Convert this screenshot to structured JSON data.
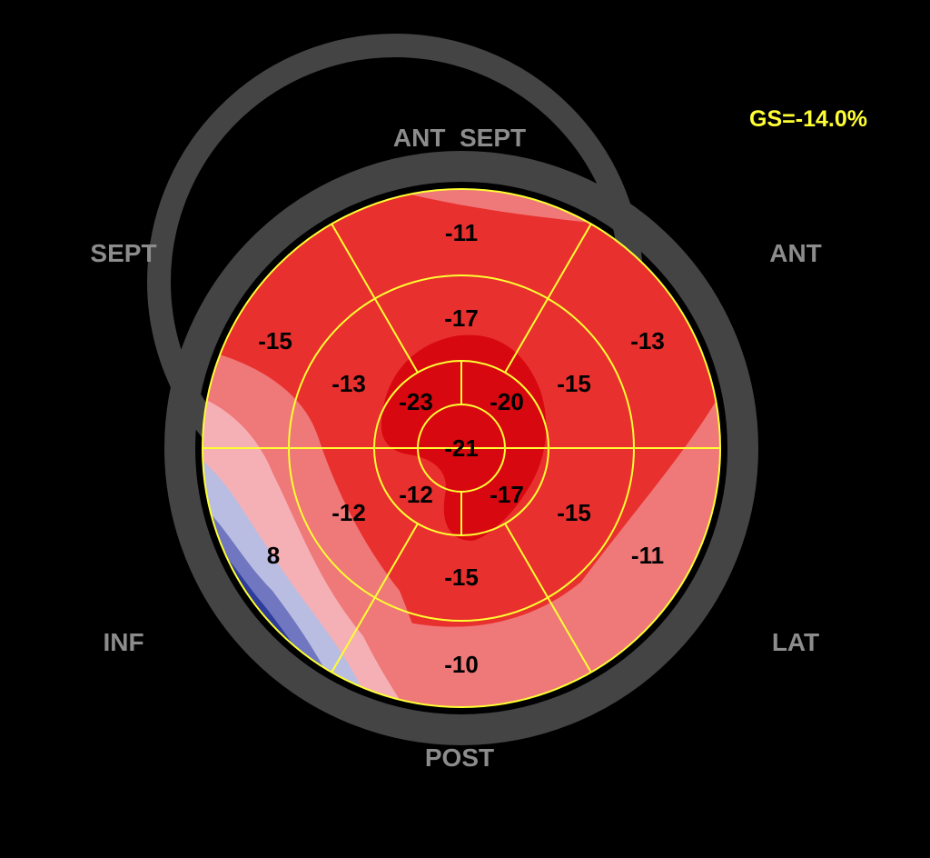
{
  "global_strain": {
    "label": "GS=-14.0%",
    "color": "#ffff33"
  },
  "wall_labels": {
    "ant_sept": "ANT  SEPT",
    "sept": "SEPT",
    "ant": "ANT",
    "inf": "INF",
    "lat": "LAT",
    "post": "POST"
  },
  "segments": {
    "basal": [
      "-11",
      "-13",
      "-11",
      "-10",
      "8",
      "-15"
    ],
    "mid": [
      "-17",
      "-15",
      "-15",
      "-15",
      "-12",
      "-13"
    ],
    "apical": [
      "-20",
      "-17",
      "-12",
      "-23"
    ],
    "apex": "-21"
  },
  "colors": {
    "background": "#000000",
    "ring": "#444444",
    "grid": "#ffff33",
    "strain_high": "#d70810",
    "strain_mid": "#e8302e",
    "strain_low": "#ef7878",
    "strain_lowest": "#f5b0b5",
    "positive_light": "#b9bde2",
    "positive_mid": "#7077c0",
    "positive_strong": "#2e3c9c"
  }
}
